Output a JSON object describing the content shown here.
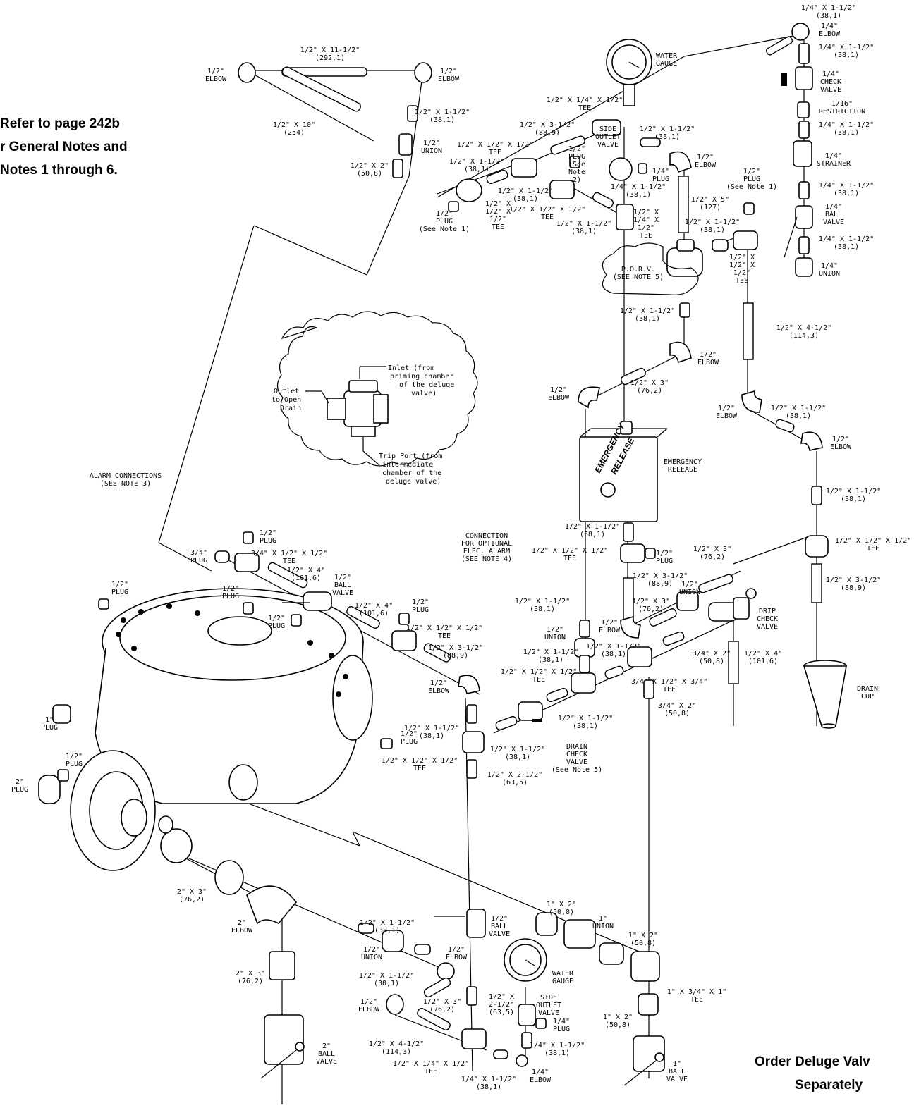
{
  "notes": {
    "refer_line1": "Refer to page 242b",
    "refer_line2": "r General Notes and",
    "refer_line3": "Notes 1 through 6.",
    "order_line1": "Order Deluge Valv",
    "order_line2": "Separately"
  },
  "callout": {
    "inlet_lines": [
      "Inlet (from",
      "priming chamber",
      "of the deluge",
      "valve)"
    ],
    "outlet_lines": [
      "Outlet",
      "to Open",
      "Drain"
    ],
    "trip_lines": [
      "Trip Port (from",
      "intermediate",
      "chamber of the",
      "deluge valve)"
    ]
  },
  "labels": {
    "top_nipple_a": [
      "1/4\" X 1-1/2\"",
      "(38,1)"
    ],
    "elbow_quarter_top": [
      "1/4\"",
      "ELBOW"
    ],
    "nipple_q1": [
      "1/4\" X 1-1/2\"",
      "(38,1)"
    ],
    "check_valve_q": [
      "1/4\"",
      "CHECK",
      "VALVE"
    ],
    "restriction": [
      "1/16\"",
      "RESTRICTION"
    ],
    "nipple_q2": [
      "1/4\" X 1-1/2\"",
      "(38,1)"
    ],
    "strainer": [
      "1/4\"",
      "STRAINER"
    ],
    "nipple_q3": [
      "1/4\" X 1-1/2\"",
      "(38,1)"
    ],
    "ball_valve_q": [
      "1/4\"",
      "BALL",
      "VALVE"
    ],
    "nipple_q4": [
      "1/4\" X 1-1/2\"",
      "(38,1)"
    ],
    "union_q": [
      "1/4\"",
      "UNION"
    ],
    "water_gauge_top": [
      "WATER",
      "GAUGE"
    ],
    "nipple_11": [
      "1/2\" X 11-1/2\"",
      "(292,1)"
    ],
    "elbow_tl": [
      "1/2\"",
      "ELBOW"
    ],
    "elbow_tr": [
      "1/2\"",
      "ELBOW"
    ],
    "nipple_10": [
      "1/2\" X 10\"",
      "(254)"
    ],
    "nipple_a1": [
      "1/2\" X 1-1/2\"",
      "(38,1)"
    ],
    "union_a": [
      "1/2\"",
      "UNION"
    ],
    "nipple_2": [
      "1/2\" X 2\"",
      "(50,8)"
    ],
    "tee_gauge": [
      "1/2\" X 1/4\" X 1/2\"",
      "TEE"
    ],
    "nipple_35_top": [
      "1/2\" X 3-1/2\"",
      "(88,9)"
    ],
    "tee_top": [
      "1/2\" X 1/2\" X 1/2\"",
      "TEE"
    ],
    "side_outlet_top": [
      "SIDE",
      "OUTLET",
      "VALVE"
    ],
    "nipple_15_right": [
      "1/2\" X 1-1/2\"",
      "(38,1)"
    ],
    "plug_note2": [
      "1/2\"",
      "PLUG",
      "(See",
      "Note",
      "2)"
    ],
    "plug_quarter_top": [
      "1/4\"",
      "PLUG"
    ],
    "elbow_right_top": [
      "1/2\"",
      "ELBOW"
    ],
    "nipple_15_left": [
      "1/2\" X 1-1/2\"",
      "(38,1)"
    ],
    "nipple_14_15": [
      "1/4\" X 1-1/2\"",
      "(38,1)"
    ],
    "nipple_15_mid": [
      "1/2\" X 1-1/2\"",
      "(38,1)"
    ],
    "tee_mid": [
      "1/2\" X 1/2\" X 1/2\"",
      "TEE"
    ],
    "nipple_15_mid2": [
      "1/2\" X 1-1/2\"",
      "(38,1)"
    ],
    "tee_half_quarter": [
      "1/2\" X",
      "1/4\" X",
      "1/2\"",
      "TEE"
    ],
    "tee_vertical": [
      "1/2\" X",
      "1/2\" X",
      "1/2\"",
      "TEE"
    ],
    "plug_note1_left": [
      "1/2\"",
      "PLUG",
      "(See Note 1)"
    ],
    "plug_note1_right": [
      "1/2\"",
      "PLUG",
      "(See Note 1)"
    ],
    "nipple_5": [
      "1/2\" X 5\"",
      "(127)"
    ],
    "nipple_15_porv": [
      "1/2\" X 1-1/2\"",
      "(38,1)"
    ],
    "tee_porv": [
      "1/2\" X",
      "1/2\" X",
      "1/2\"",
      "TEE"
    ],
    "porv": [
      "P.O.R.V.",
      "(SEE NOTE 5)"
    ],
    "nipple_15_porv_below": [
      "1/2\" X 1-1/2\"",
      "(38,1)"
    ],
    "nipple_45": [
      "1/2\" X 4-1/2\"",
      "(114,3)"
    ],
    "elbow_porv": [
      "1/2\"",
      "ELBOW"
    ],
    "nipple_3": [
      "1/2\" X 3\"",
      "(76,2)"
    ],
    "elbow_left_er": [
      "1/2\"",
      "ELBOW"
    ],
    "elbow_right_mid": [
      "1/2\"",
      "ELBOW"
    ],
    "nipple_15_rmid": [
      "1/2\" X 1-1/2\"",
      "(38,1)"
    ],
    "elbow_right_mid2": [
      "1/2\"",
      "ELBOW"
    ],
    "er_box_text": [
      "EMERGENCY",
      "RELEASE"
    ],
    "er_label": [
      "EMERGENCY",
      "RELEASE"
    ],
    "nipple_15_r2": [
      "1/2\" X 1-1/2\"",
      "(38,1)"
    ],
    "tee_r2": [
      "1/2\" X 1/2\" X 1/2\"",
      "TEE"
    ],
    "nipple_35_r": [
      "1/2\" X 3-1/2\"",
      "(88,9)"
    ],
    "alarm_connections": [
      "ALARM CONNECTIONS",
      "(SEE NOTE 3)"
    ],
    "plug_alarm": [
      "1/2\"",
      "PLUG"
    ],
    "plug_34": [
      "3/4\"",
      "PLUG"
    ],
    "tee_34": [
      "3/4\" X 1/2\" X 1/2\"",
      "TEE"
    ],
    "nipple_4_a": [
      "1/2\" X 4\"",
      "(101,6)"
    ],
    "ball_valve_a": [
      "1/2\"",
      "BALL",
      "VALVE"
    ],
    "connection_elec": [
      "CONNECTION",
      "FOR OPTIONAL",
      "ELEC. ALARM",
      "(SEE NOTE 4)"
    ],
    "nipple_15_er": [
      "1/2\" X 1-1/2\"",
      "(38,1)"
    ],
    "tee_er": [
      "1/2\" X 1/2\" X 1/2\"",
      "TEE"
    ],
    "plug_er": [
      "1/2\"",
      "PLUG"
    ],
    "nipple_35_er": [
      "1/2\" X 3-1/2\"",
      "(88,9)"
    ],
    "nipple_3_er": [
      "1/2\" X 3\"",
      "(76,2)"
    ],
    "union_er": [
      "1/2\"",
      "UNION"
    ],
    "nipple_3_er2": [
      "1/2\" X 3\"",
      "(76,2)"
    ],
    "drip_check": [
      "DRIP",
      "CHECK",
      "VALVE"
    ],
    "nipple_4_drip": [
      "1/2\" X 4\"",
      "(101,6)"
    ],
    "drain_cup": [
      "DRAIN",
      "CUP"
    ],
    "plug_left_top": [
      "1/2\"",
      "PLUG"
    ],
    "plug_mid1": [
      "1/2\"",
      "PLUG"
    ],
    "plug_mid2": [
      "1/2\"",
      "PLUG"
    ],
    "nipple_4_b": [
      "1/2\" X 4\"",
      "(101,6)"
    ],
    "plug_b": [
      "1/2\"",
      "PLUG"
    ],
    "tee_b": [
      "1/2\" X 1/2\" X 1/2\"",
      "TEE"
    ],
    "nipple_35_b": [
      "1/2\" X 3-1/2\"",
      "(88,9)"
    ],
    "elbow_b": [
      "1/2\"",
      "ELBOW"
    ],
    "nipple_15_c": [
      "1/2\" X 1-1/2\"",
      "(38,1)"
    ],
    "union_c": [
      "1/2\"",
      "UNION"
    ],
    "elbow_c": [
      "1/2\"",
      "ELBOW"
    ],
    "nipple_15_c2": [
      "1/2\" X 1-1/2\"",
      "(38,1)"
    ],
    "nipple_15_c3": [
      "1/2\" X 1-1/2\"",
      "(38,1)"
    ],
    "tee_c": [
      "1/2\" X 1/2\" X 1/2\"",
      "TEE"
    ],
    "tee_34_main": [
      "3/4\" X 1/2\" X 3/4\"",
      "TEE"
    ],
    "nipple_34_2a": [
      "3/4\" X 2\"",
      "(50,8)"
    ],
    "nipple_34_2b": [
      "3/4\" X 2\"",
      "(50,8)"
    ],
    "plug_1": [
      "1\"",
      "PLUG"
    ],
    "plug_half_d": [
      "1/2\"",
      "PLUG"
    ],
    "plug_half_e": [
      "1/2\"",
      "PLUG"
    ],
    "plug_2": [
      "2\"",
      "PLUG"
    ],
    "nipple_15_d": [
      "1/2\" X 1-1/2\"",
      "(38,1)"
    ],
    "tee_d": [
      "1/2\" X 1/2\" X 1/2\"",
      "TEE"
    ],
    "nipple_15_d2": [
      "1/2\" X 1-1/2\"",
      "(38,1)"
    ],
    "nipple_15_d3": [
      "1/2\" X 1-1/2\"",
      "(38,1)"
    ],
    "drain_check": [
      "DRAIN",
      "CHECK",
      "VALVE",
      "(See Note 5)"
    ],
    "nipple_25": [
      "1/2\" X 2-1/2\"",
      "(63,5)"
    ],
    "nipple_2x3_a": [
      "2\" X 3\"",
      "(76,2)"
    ],
    "elbow_2": [
      "2\"",
      "ELBOW"
    ],
    "nipple_2x3_b": [
      "2\" X 3\"",
      "(76,2)"
    ],
    "ball_valve_2": [
      "2\"",
      "BALL",
      "VALVE"
    ],
    "nipple_15_e": [
      "1/2\" X 1-1/2\"",
      "(38,1)"
    ],
    "union_e": [
      "1/2\"",
      "UNION"
    ],
    "ball_valve_e": [
      "1/2\"",
      "BALL",
      "VALVE"
    ],
    "elbow_e": [
      "1/2\"",
      "ELBOW"
    ],
    "nipple_15_e2": [
      "1/2\" X 1-1/2\"",
      "(38,1)"
    ],
    "elbow_e2": [
      "1/2\"",
      "ELBOW"
    ],
    "nipple_3_e": [
      "1/2\" X 3\"",
      "(76,2)"
    ],
    "nipple_25_e": [
      "1/2\" X",
      "2-1/2\"",
      "(63,5)"
    ],
    "water_gauge_bottom": [
      "WATER",
      "GAUGE"
    ],
    "side_outlet_bottom": [
      "SIDE",
      "OUTLET",
      "VALVE"
    ],
    "plug_quarter_bottom": [
      "1/4\"",
      "PLUG"
    ],
    "nipple_45_e": [
      "1/2\" X 4-1/2\"",
      "(114,3)"
    ],
    "nipple_q_e": [
      "1/4\" X 1-1/2\"",
      "(38,1)"
    ],
    "tee_e": [
      "1/2\" X 1/4\" X 1/2\"",
      "TEE"
    ],
    "nipple_q_e2": [
      "1/4\" X 1-1/2\"",
      "(38,1)"
    ],
    "elbow_q_e": [
      "1/4\"",
      "ELBOW"
    ],
    "nipple_1x2_a": [
      "1\" X 2\"",
      "(50,8)"
    ],
    "union_1": [
      "1\"",
      "UNION"
    ],
    "nipple_1x2_b": [
      "1\" X 2\"",
      "(50,8)"
    ],
    "tee_1": [
      "1\" X 3/4\" X 1\"",
      "TEE"
    ],
    "nipple_1x2_c": [
      "1\" X 2\"",
      "(50,8)"
    ],
    "ball_valve_1": [
      "1\"",
      "BALL",
      "VALVE"
    ]
  }
}
